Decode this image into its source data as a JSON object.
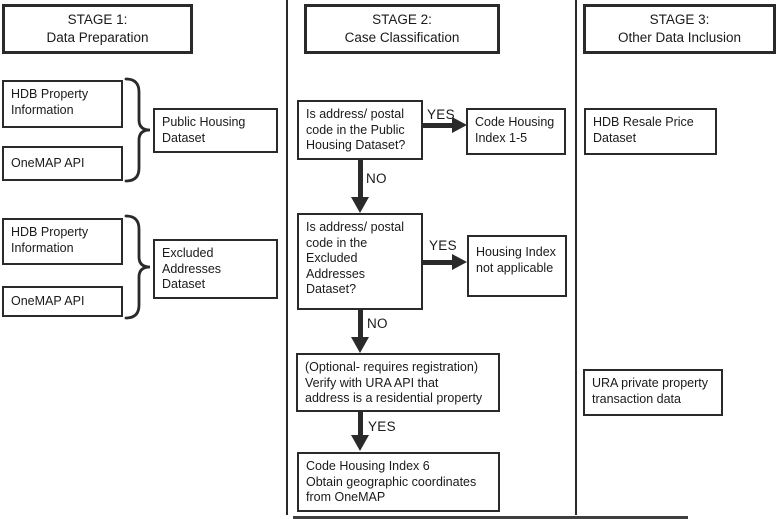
{
  "diagram": {
    "stage1": {
      "title": "STAGE 1:\nData Preparation",
      "group_a": {
        "source1": "HDB Property\nInformation",
        "source2": "OneMAP API",
        "output": "Public Housing\nDataset"
      },
      "group_b": {
        "source1": "HDB Property\nInformation",
        "source2": "OneMAP API",
        "output": "Excluded\nAddresses\nDataset"
      }
    },
    "stage2": {
      "title": "STAGE 2:\nCase Classification",
      "decision1": "Is address/ postal\ncode in the Public\nHousing Dataset?",
      "result1": "Code Housing\nIndex 1-5",
      "decision2": "Is address/ postal\ncode in the\nExcluded\nAddresses\nDataset?",
      "result2": "Housing Index\nnot applicable",
      "optional_step": "(Optional- requires registration)\nVerify with URA API that\naddress is a residential property",
      "final_step": "Code Housing Index 6\nObtain geographic coordinates\nfrom OneMAP",
      "labels": {
        "yes1": "YES",
        "no1": "NO",
        "yes2": "YES",
        "no2": "NO",
        "yes3": "YES"
      }
    },
    "stage3": {
      "title": "STAGE 3:\nOther Data Inclusion",
      "box1": "HDB Resale Price\nDataset",
      "box2": "URA private property\ntransaction data"
    }
  },
  "colors": {
    "line": "#2a2a2a",
    "text": "#1a1a1a",
    "background": "#ffffff"
  }
}
